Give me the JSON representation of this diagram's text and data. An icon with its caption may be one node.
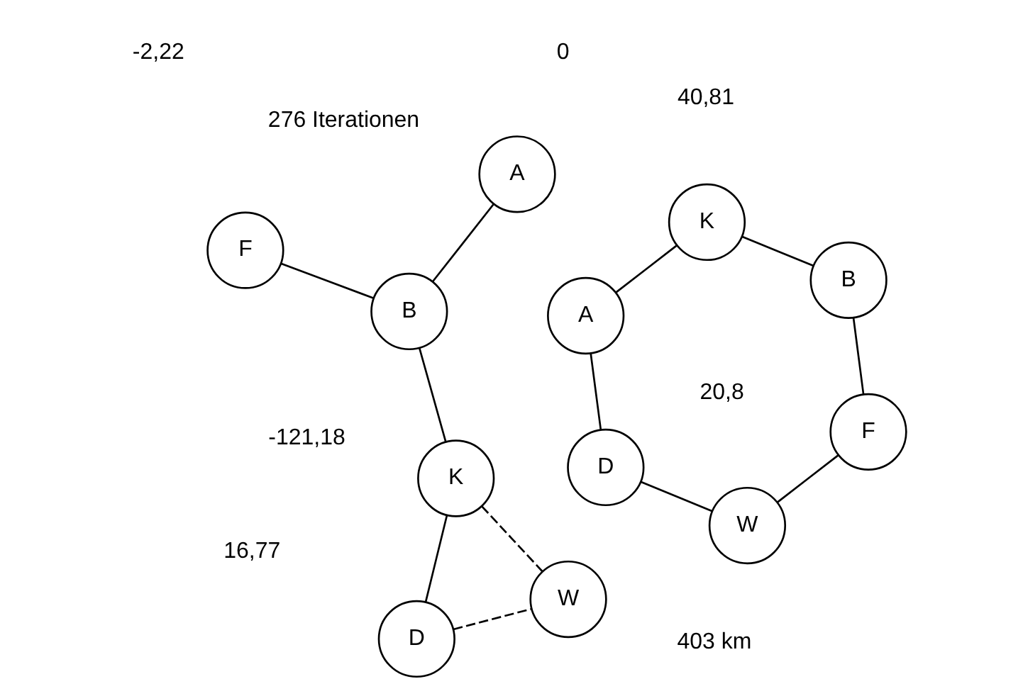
{
  "diagram": {
    "nodes": [
      {
        "text": [
          "D"
        ]
      },
      {
        "text": [
          "W"
        ]
      },
      {
        "text": [
          "K"
        ]
      },
      {
        "text": [
          "A"
        ]
      },
      {
        "text": [
          "B"
        ]
      },
      {
        "text": [
          "F"
        ]
      },
      {
        "text": [
          "D"
        ]
      },
      {
        "text": [
          "W"
        ]
      },
      {
        "text": [
          "K"
        ]
      },
      {
        "text": [
          "A"
        ]
      },
      {
        "text": [
          "B"
        ]
      },
      {
        "text": [
          "F"
        ]
      }
    ],
    "edges": [
      {
        "from": 0,
        "to": 1,
        "arrow": "none",
        "style": "dashed"
      },
      {
        "from": 0,
        "to": 2,
        "arrow": "none"
      },
      {
        "from": 2,
        "to": 1,
        "arrow": "none",
        "style": "dashed"
      },
      {
        "from": 2,
        "to": 4,
        "arrow": "none"
      },
      {
        "from": 3,
        "to": 4,
        "arrow": "none"
      },
      {
        "from": 4,
        "to": 5,
        "arrow": "none"
      },
      {
        "from": 6,
        "to": 7,
        "arrow": "none"
      },
      {
        "from": 6,
        "to": 9,
        "arrow": "none"
      },
      {
        "from": 9,
        "to": 8,
        "arrow": "none"
      },
      {
        "from": 8,
        "to": 10,
        "arrow": "none"
      },
      {
        "from": 10,
        "to": 11,
        "arrow": "none"
      },
      {
        "from": 7,
        "to": 11,
        "arrow": "none"
      }
    ],
    "labels": [
      "20,8",
      "0",
      "16,77",
      "-2,22",
      "40,81",
      "276 Iterationen",
      "403 km",
      "-121,18"
    ]
  }
}
